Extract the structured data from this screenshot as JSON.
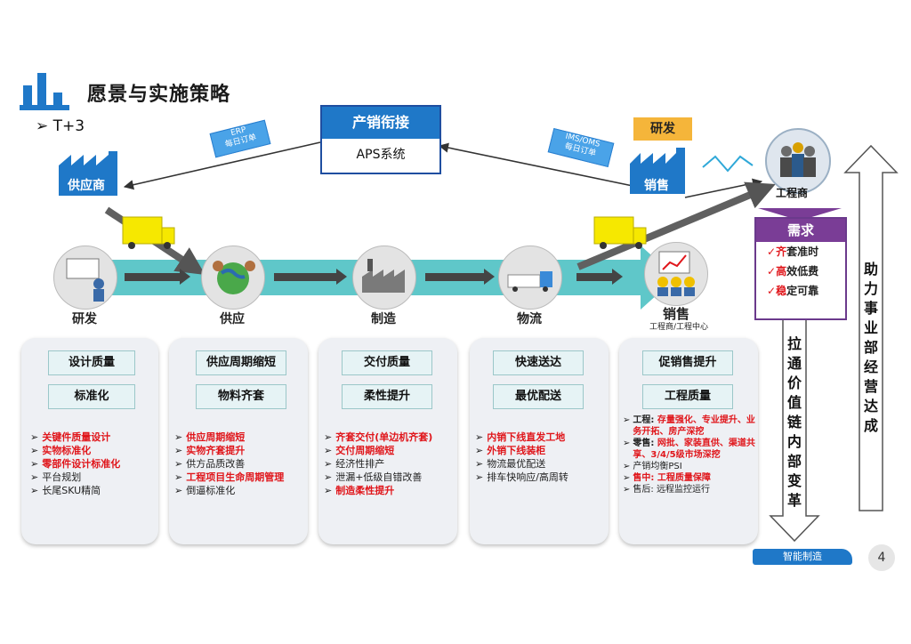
{
  "title": "愿景与实施策略",
  "subtitle": "T+3",
  "aps": {
    "top": "产销衔接",
    "bottom": "APS系统"
  },
  "supplier": "供应商",
  "erp_note": {
    "line1": "ERP",
    "line2": "每日订单"
  },
  "ims_note": {
    "line1": "IMS/OMS",
    "line2": "每日订单"
  },
  "rd_tag": "研发",
  "sales_factory": "销售",
  "contractor": "工程商",
  "stages": [
    {
      "name": "研发"
    },
    {
      "name": "供应"
    },
    {
      "name": "制造"
    },
    {
      "name": "物流"
    },
    {
      "name": "销售",
      "sub": "工程商/工程中心"
    }
  ],
  "cards": [
    {
      "tags": [
        "设计质量",
        "标准化"
      ],
      "items": [
        {
          "text": "关键件质量设计",
          "red": true
        },
        {
          "text": "实物标准化",
          "red": true
        },
        {
          "text": "零部件设计标准化",
          "red": true
        },
        {
          "text": "平台规划",
          "red": false
        },
        {
          "text": "长尾SKU精简",
          "red": false
        }
      ]
    },
    {
      "tags": [
        "供应周期缩短",
        "物料齐套"
      ],
      "items": [
        {
          "text": "供应周期缩短",
          "red": true
        },
        {
          "text": "实物齐套提升",
          "red": true
        },
        {
          "text": "供方品质改善",
          "red": false
        },
        {
          "text": "工程项目生命周期管理",
          "red": true
        },
        {
          "text": "倒逼标准化",
          "red": false
        }
      ]
    },
    {
      "tags": [
        "交付质量",
        "柔性提升"
      ],
      "items": [
        {
          "text": "齐套交付(单边机齐套)",
          "red": true
        },
        {
          "text": "交付周期缩短",
          "red": true
        },
        {
          "text": "经济性排产",
          "red": false
        },
        {
          "text": "泄漏+低级自错改善",
          "red": false
        },
        {
          "text": "制造柔性提升",
          "red": true
        }
      ]
    },
    {
      "tags": [
        "快速送达",
        "最优配送"
      ],
      "items": [
        {
          "text": "内销下线直发工地",
          "red": true
        },
        {
          "text": "外销下线装柜",
          "red": true
        },
        {
          "text": "物流最优配送",
          "red": false
        },
        {
          "text": "排车快响应/高周转",
          "red": false
        }
      ]
    },
    {
      "tags": [
        "促销售提升",
        "工程质量"
      ],
      "items": [
        {
          "prefix": "工程: ",
          "text": "存量强化、专业提升、业务开拓、房产深挖",
          "red": true
        },
        {
          "prefix": "零售: ",
          "text": "网批、家装直供、渠道共享、3/4/5级市场深挖",
          "red": true
        },
        {
          "prefix": "",
          "text": "产销均衡PSI",
          "red": false
        },
        {
          "prefix": "售中: ",
          "text": "工程质量保障",
          "red": true
        },
        {
          "prefix": "",
          "text": "售后: 远程监控运行",
          "red": false
        }
      ]
    }
  ],
  "demand": {
    "title": "需求",
    "items": [
      {
        "mark": "✓",
        "first": "齐",
        "rest": "套准时"
      },
      {
        "mark": "✓",
        "first": "高",
        "rest": "效低费"
      },
      {
        "mark": "✓",
        "first": "稳",
        "rest": "定可靠"
      }
    ]
  },
  "value_chain": "拉通价值链内部变革",
  "business": "助力事业部经营达成",
  "footer_pill": "智能制造",
  "page_number": "4",
  "colors": {
    "blue": "#1f78c8",
    "teal": "#5fc7c9",
    "red": "#e0161b",
    "purple": "#7a3d96",
    "yellow": "#f6e800"
  }
}
